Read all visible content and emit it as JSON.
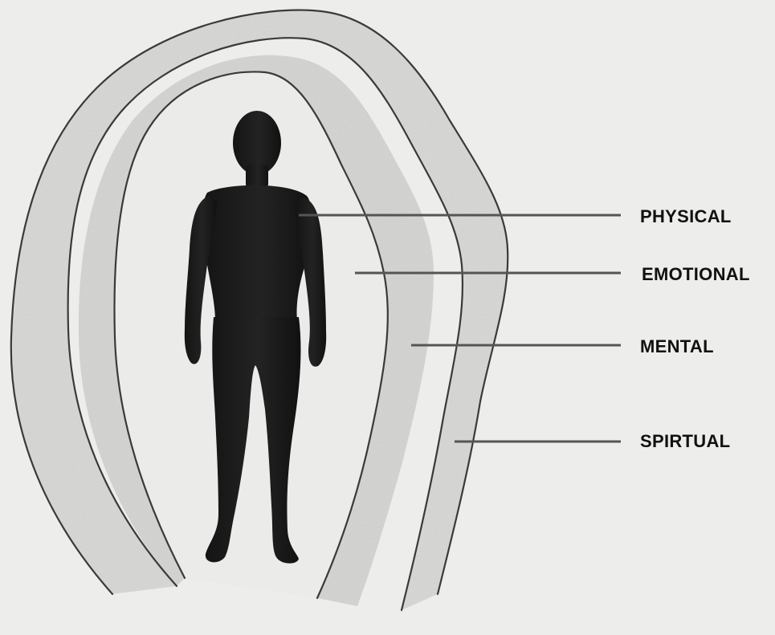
{
  "labels": {
    "physical": "PHYSICAL",
    "emotional": "EMOTIONAL",
    "mental": "MENTAL",
    "spiritual": "SPIRTUAL"
  },
  "colors": {
    "background": "#ededec",
    "aura_band": "#d9d9d7",
    "aura_outline": "#3a3a3a",
    "body": "#1b1b1b",
    "leader_line": "#555555",
    "text": "#111111"
  }
}
